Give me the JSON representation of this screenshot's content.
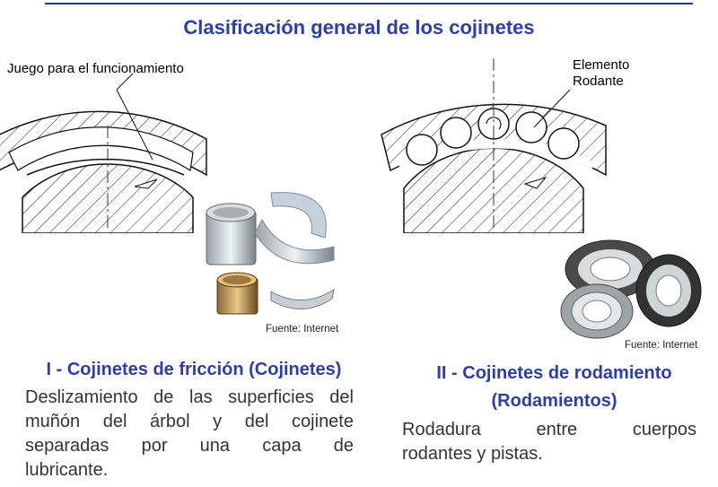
{
  "slide": {
    "title": "Clasificación general de los cojinetes",
    "accent_color": "#2e3f9e"
  },
  "friction": {
    "callout": "Juego para el funcionamiento",
    "source": "Fuente: Internet",
    "heading": "I - Cojinetes de fricción (Cojinetes)",
    "description_lines": [
      "Deslizamiento de las superficies del",
      "muñón del árbol  y del cojinete",
      "separadas por una capa de",
      "lubricante."
    ]
  },
  "rolling": {
    "callout_lines": [
      "Elemento",
      "Rodante"
    ],
    "source": "Fuente: Internet",
    "heading_lines": [
      "II - Cojinetes de rodamiento",
      "(Rodamientos)"
    ],
    "description_lines": [
      "Rodadura entre cuerpos",
      "rodantes y pistas."
    ]
  }
}
